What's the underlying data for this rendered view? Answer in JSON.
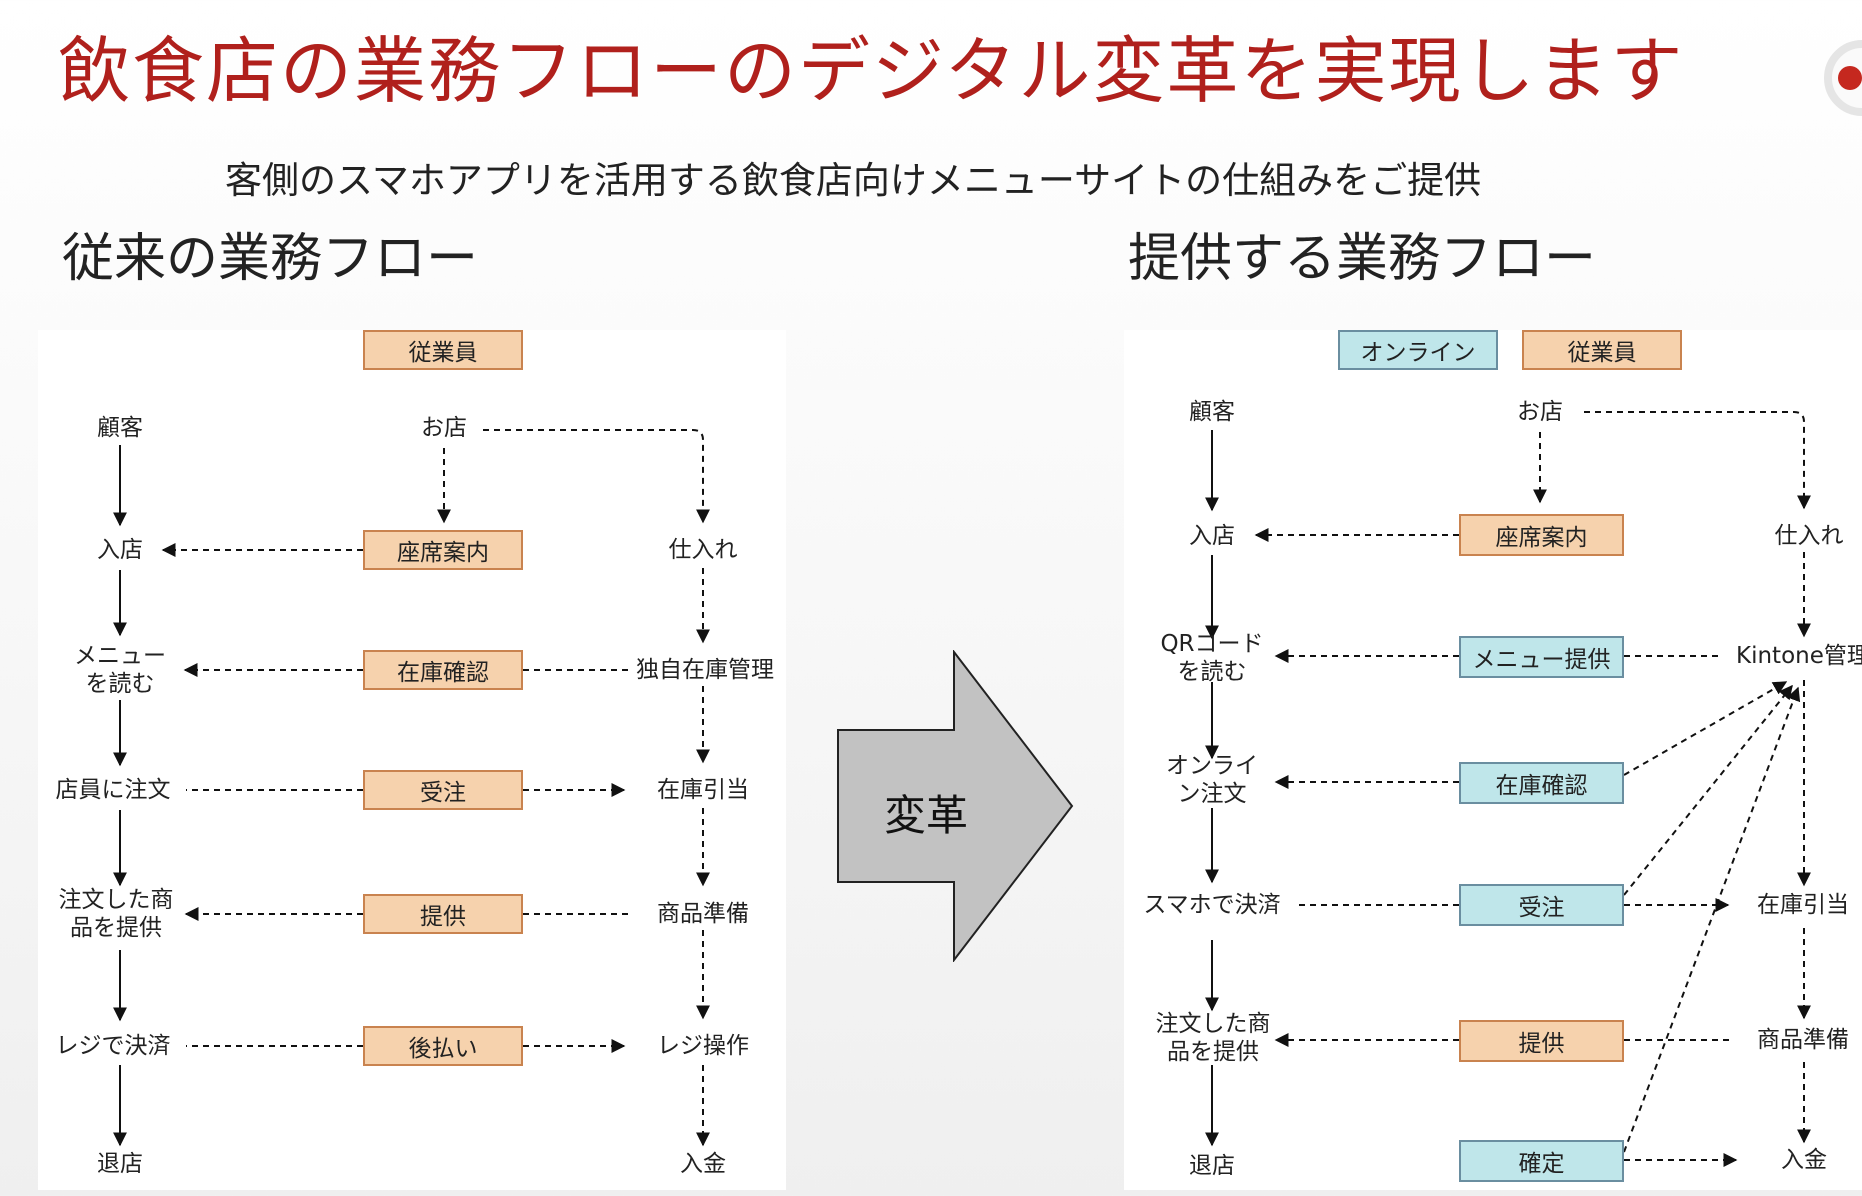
{
  "slide": {
    "title": "飲食店の業務フローのデジタル変革を実現します",
    "subtitle": "客側のスマホアプリを活用する飲食店向けメニューサイトの仕組みをご提供",
    "left_heading": "従来の業務フロー",
    "right_heading": "提供する業務フロー",
    "transform_label": "変革"
  },
  "left_flow": {
    "legend_employee": "従業員",
    "customer_col": [
      "顧客",
      "入店",
      "メニュー\nを読む",
      "店員に注文",
      "注文した商\n品を提供",
      "レジで決済",
      "退店"
    ],
    "store_head": "お店",
    "staff_col": [
      "座席案内",
      "在庫確認",
      "受注",
      "提供",
      "後払い"
    ],
    "right_col": [
      "仕入れ",
      "独自在庫管理",
      "在庫引当",
      "商品準備",
      "レジ操作",
      "入金"
    ]
  },
  "right_flow": {
    "legend_online": "オンライン",
    "legend_employee": "従業員",
    "customer_col": [
      "顧客",
      "入店",
      "QRコード\nを読む",
      "オンライ\nン注文",
      "スマホで決済",
      "注文した商\n品を提供",
      "退店"
    ],
    "store_head": "お店",
    "staff_col": [
      "座席案内",
      "メニュー提供",
      "在庫確認",
      "受注",
      "提供",
      "確定"
    ],
    "right_col": [
      "仕入れ",
      "Kintone管理",
      "在庫引当",
      "商品準備",
      "入金"
    ]
  },
  "colors": {
    "title": "#b0201c",
    "employee_fill": "#f6d2ad",
    "online_fill": "#bfe6ea",
    "arrow_fill": "#c2c2c2"
  }
}
